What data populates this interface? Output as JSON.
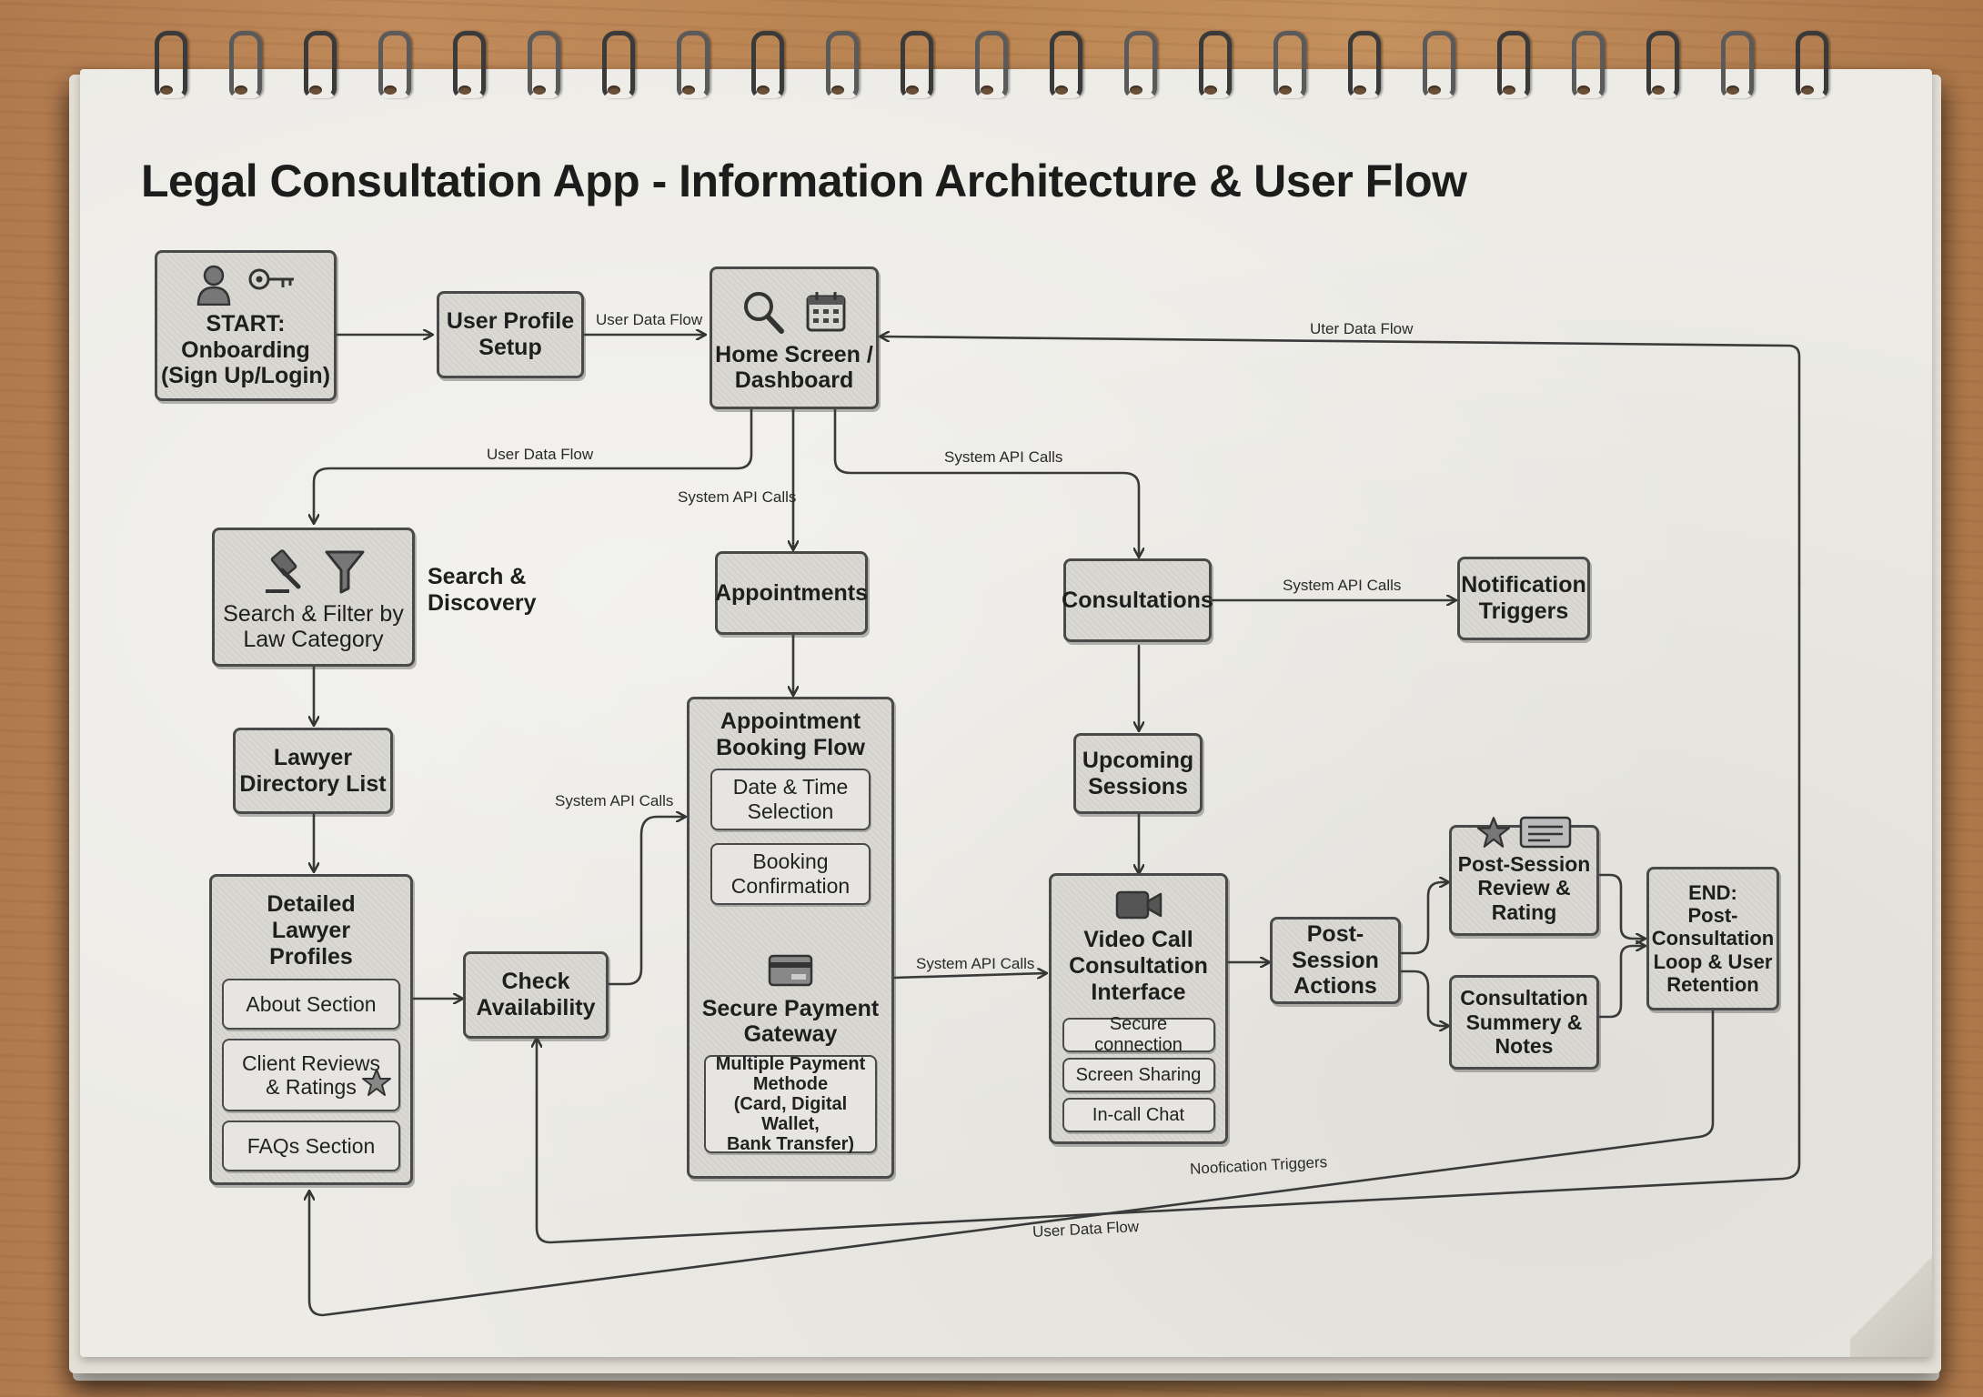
{
  "title": "Legal Consultation App - Information Architecture & User Flow",
  "nodes": {
    "start": "START:\nOnboarding\n(Sign Up/Login)",
    "profile_setup": "User Profile\nSetup",
    "home": "Home Screen /\nDashboard",
    "search_filter": "Search & Filter by\nLaw Category",
    "search_discovery": "Search &\nDiscovery",
    "lawyer_directory": "Lawyer\nDirectory List",
    "lawyer_profiles": {
      "title": "Detailed\nLawyer\nProfiles",
      "sections": [
        "About Section",
        "Client Reviews\n& Ratings",
        "FAQs Section"
      ]
    },
    "check_availability": "Check\nAvailability",
    "appointments": "Appointments",
    "booking_flow": {
      "title": "Appointment\nBooking Flow",
      "steps": [
        "Date & Time\nSelection",
        "Booking\nConfirmation"
      ],
      "payment_title": "Secure Payment\nGateway",
      "payment_methods": "Multiple Payment\nMethode\n(Card, Digital Wallet,\nBank Transfer)"
    },
    "consultations": "Consultations",
    "notification_triggers": "Notification\nTriggers",
    "upcoming_sessions": "Upcoming\nSessions",
    "video_call": {
      "title": "Video Call\nConsultation\nInterface",
      "features": [
        "Secure connection",
        "Screen Sharing",
        "In-call Chat"
      ]
    },
    "post_session_actions": "Post-Session\nActions",
    "review_rating": "Post-Session\nReview & Rating",
    "summary_notes": "Consultation\nSummery &\nNotes",
    "end": "END:\nPost-\nConsultation\nLoop & User\nRetention"
  },
  "edge_labels": {
    "profile_to_home": "User Data Flow",
    "end_to_home": "Uter Data Flow",
    "home_to_search": "User Data Flow",
    "home_to_appointments": "System API Calls",
    "home_to_consultations": "System API Calls",
    "consultations_to_notifications": "System API Calls",
    "availability_to_booking": "System API Calls",
    "payment_to_video": "System API Calls",
    "notification_return": "Noofication Triggers",
    "user_data_return": "User Data Flow"
  },
  "icons": [
    "user-icon",
    "key-icon",
    "search-icon",
    "calendar-icon",
    "gavel-icon",
    "filter-icon",
    "star-icon",
    "credit-card-icon",
    "video-camera-icon",
    "review-card-icon"
  ],
  "colors": {
    "ink": "#1e1e1e",
    "node_fill": "#d9d8d3",
    "paper": "#ecebe6",
    "wood": "#b98452"
  }
}
